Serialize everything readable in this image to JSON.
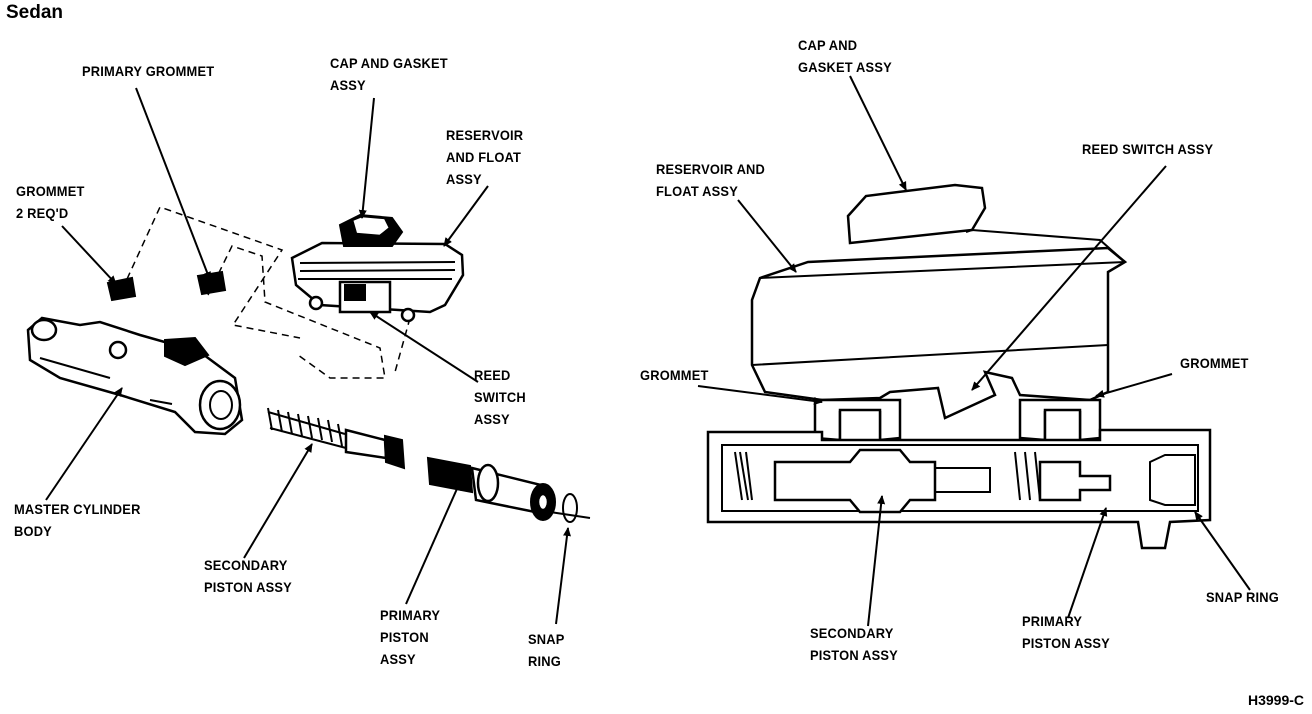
{
  "title": "Sedan",
  "figure_code": "H3999-C",
  "left_view": {
    "primary_grommet": "PRIMARY GROMMET",
    "cap_gasket": [
      "CAP AND GASKET",
      "ASSY"
    ],
    "reservoir_float": [
      "RESERVOIR",
      "AND FLOAT",
      "ASSY"
    ],
    "grommet": [
      "GROMMET",
      "2 REQ'D"
    ],
    "reed_switch": [
      "REED",
      "SWITCH",
      "ASSY"
    ],
    "master_cylinder": [
      "MASTER CYLINDER",
      "BODY"
    ],
    "secondary_piston": [
      "SECONDARY",
      "PISTON ASSY"
    ],
    "primary_piston": [
      "PRIMARY",
      "PISTON",
      "ASSY"
    ],
    "snap_ring": [
      "SNAP",
      "RING"
    ]
  },
  "right_view": {
    "cap_gasket": [
      "CAP AND",
      "GASKET ASSY"
    ],
    "reed_switch": "REED SWITCH ASSY",
    "reservoir_float": [
      "RESERVOIR AND",
      "FLOAT ASSY"
    ],
    "grommet_left": "GROMMET",
    "grommet_right": "GROMMET",
    "snap_ring": "SNAP RING",
    "secondary_piston": [
      "SECONDARY",
      "PISTON ASSY"
    ],
    "primary_piston": [
      "PRIMARY",
      "PISTON ASSY"
    ]
  }
}
